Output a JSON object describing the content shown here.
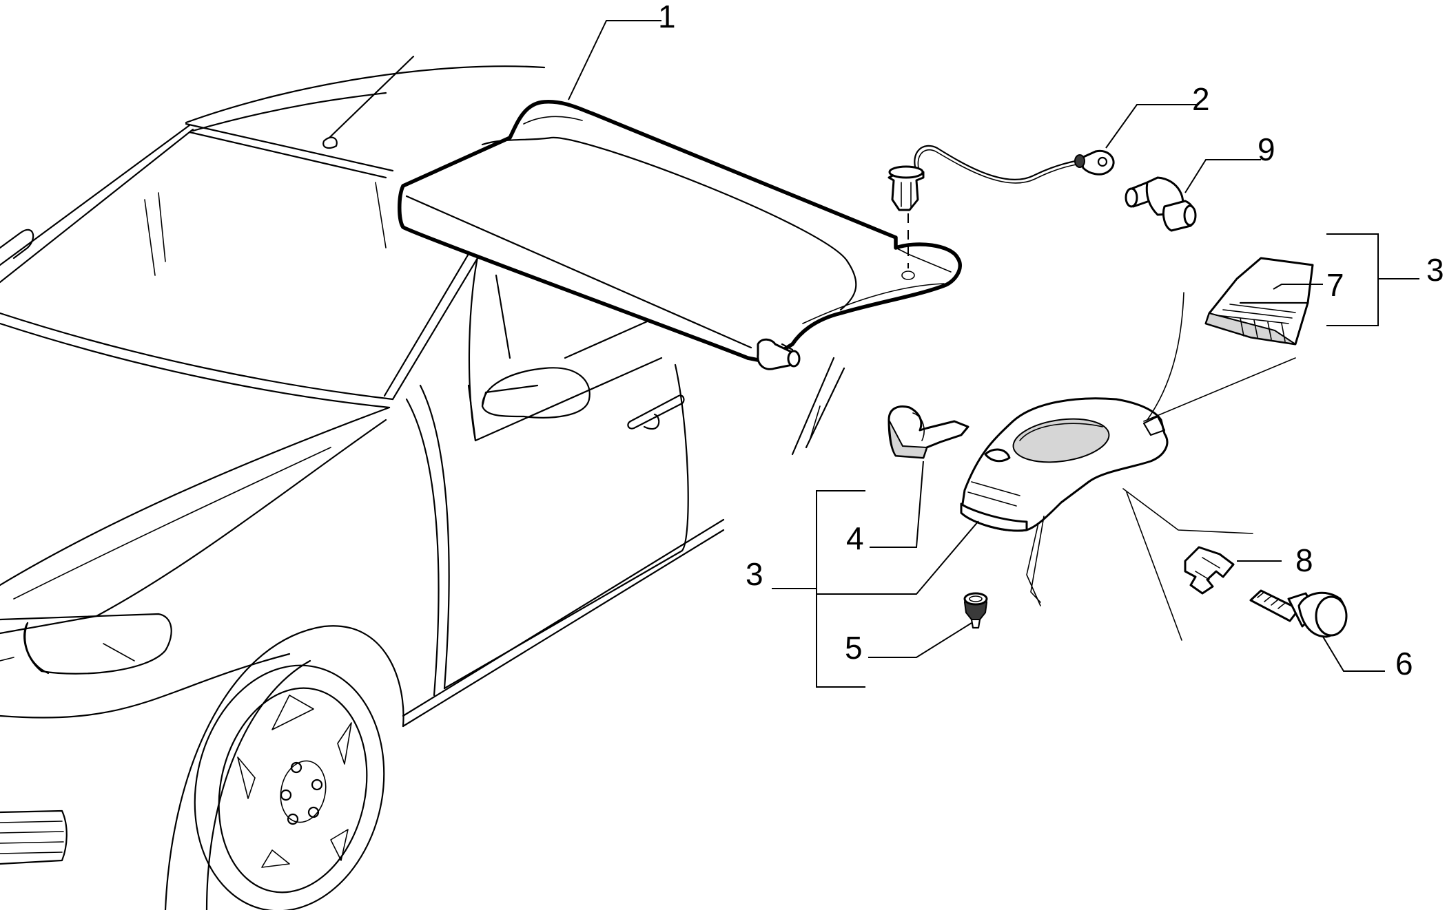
{
  "callouts": [
    {
      "id": "1",
      "text": "1"
    },
    {
      "id": "2",
      "text": "2"
    },
    {
      "id": "9",
      "text": "9"
    },
    {
      "id": "3a",
      "text": "3"
    },
    {
      "id": "7",
      "text": "7"
    },
    {
      "id": "4",
      "text": "4"
    },
    {
      "id": "3b",
      "text": "3"
    },
    {
      "id": "8",
      "text": "8"
    },
    {
      "id": "5",
      "text": "5"
    },
    {
      "id": "6",
      "text": "6"
    }
  ]
}
